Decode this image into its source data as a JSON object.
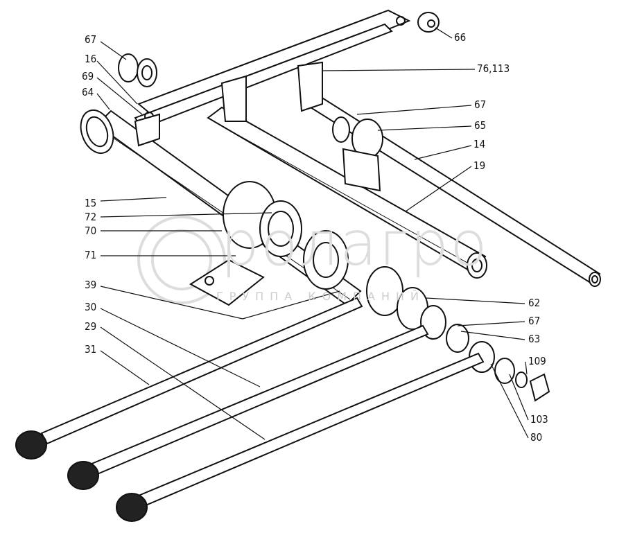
{
  "watermark": {
    "logo_text": "ролагро",
    "subtitle": "ГРУППА КОМПАНИЙ"
  },
  "labels": {
    "l67a": "67",
    "l16": "16",
    "l69": "69",
    "l64": "64",
    "l15": "15",
    "l72": "72",
    "l70": "70",
    "l71": "71",
    "l39": "39",
    "l30": "30",
    "l29": "29",
    "l31": "31",
    "l66": "66",
    "l76": "76,113",
    "l67b": "67",
    "l65": "65",
    "l14": "14",
    "l19": "19",
    "l62": "62",
    "l67c": "67",
    "l63": "63",
    "l109": "109",
    "l103": "103",
    "l80": "80"
  }
}
